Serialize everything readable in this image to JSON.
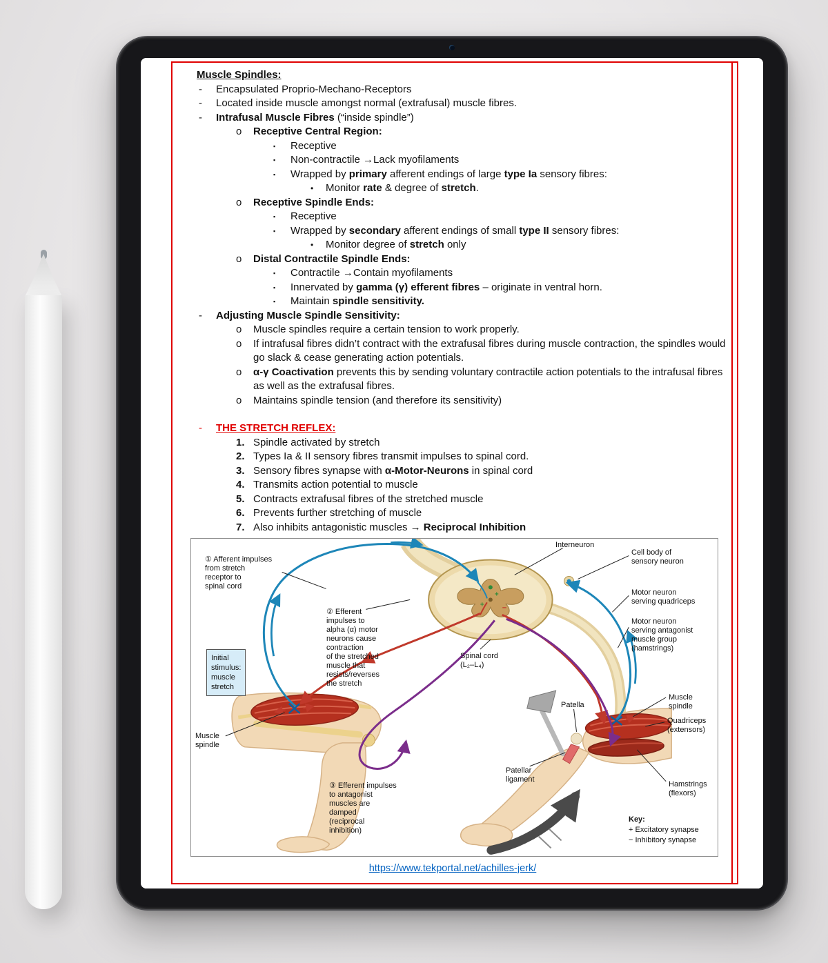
{
  "document": {
    "lines": [
      {
        "lvl": 0,
        "b": "",
        "seg": [
          {
            "t": "Muscle Spindles:",
            "bold": true,
            "u": true
          }
        ]
      },
      {
        "lvl": 1,
        "b": "-",
        "seg": [
          {
            "t": "Encapsulated Proprio-Mechano-Receptors"
          }
        ]
      },
      {
        "lvl": 1,
        "b": "-",
        "seg": [
          {
            "t": "Located inside muscle amongst normal (extrafusal) muscle fibres."
          }
        ]
      },
      {
        "lvl": 1,
        "b": "-",
        "seg": [
          {
            "t": "Intrafusal Muscle Fibres",
            "bold": true
          },
          {
            "t": " (“inside spindle”)"
          }
        ]
      },
      {
        "lvl": 2,
        "b": "o",
        "seg": [
          {
            "t": "Receptive Central Region:",
            "bold": true
          }
        ]
      },
      {
        "lvl": 3,
        "b": "▪",
        "seg": [
          {
            "t": "Receptive"
          }
        ]
      },
      {
        "lvl": 3,
        "b": "▪",
        "seg": [
          {
            "t": "Non-contractile →Lack myofilaments"
          }
        ]
      },
      {
        "lvl": 3,
        "b": "▪",
        "seg": [
          {
            "t": "Wrapped by "
          },
          {
            "t": "primary",
            "bold": true
          },
          {
            "t": " afferent endings of large "
          },
          {
            "t": "type Ia",
            "bold": true
          },
          {
            "t": " sensory fibres:"
          }
        ]
      },
      {
        "lvl": 4,
        "b": "•",
        "seg": [
          {
            "t": "Monitor "
          },
          {
            "t": "rate",
            "bold": true
          },
          {
            "t": " & degree of "
          },
          {
            "t": "stretch",
            "bold": true
          },
          {
            "t": "."
          }
        ]
      },
      {
        "lvl": 2,
        "b": "o",
        "seg": [
          {
            "t": "Receptive Spindle Ends:",
            "bold": true
          }
        ]
      },
      {
        "lvl": 3,
        "b": "▪",
        "seg": [
          {
            "t": "Receptive"
          }
        ]
      },
      {
        "lvl": 3,
        "b": "▪",
        "seg": [
          {
            "t": "Wrapped by "
          },
          {
            "t": "secondary",
            "bold": true
          },
          {
            "t": " afferent endings of small "
          },
          {
            "t": "type II",
            "bold": true
          },
          {
            "t": " sensory fibres:"
          }
        ]
      },
      {
        "lvl": 4,
        "b": "•",
        "seg": [
          {
            "t": "Monitor degree of "
          },
          {
            "t": "stretch",
            "bold": true
          },
          {
            "t": " only"
          }
        ]
      },
      {
        "lvl": 2,
        "b": "o",
        "seg": [
          {
            "t": "Distal Contractile Spindle Ends:",
            "bold": true
          }
        ]
      },
      {
        "lvl": 3,
        "b": "▪",
        "seg": [
          {
            "t": "Contractile →Contain myofilaments"
          }
        ]
      },
      {
        "lvl": 3,
        "b": "▪",
        "seg": [
          {
            "t": "Innervated by "
          },
          {
            "t": "gamma (γ) efferent fibres",
            "bold": true
          },
          {
            "t": " – originate in ventral horn."
          }
        ]
      },
      {
        "lvl": 3,
        "b": "▪",
        "seg": [
          {
            "t": "Maintain "
          },
          {
            "t": "spindle sensitivity.",
            "bold": true
          }
        ]
      },
      {
        "lvl": 1,
        "b": "-",
        "seg": [
          {
            "t": "Adjusting Muscle Spindle Sensitivity:",
            "bold": true
          }
        ]
      },
      {
        "lvl": 2,
        "b": "o",
        "seg": [
          {
            "t": "Muscle spindles require a certain tension to work properly."
          }
        ]
      },
      {
        "lvl": 2,
        "b": "o",
        "seg": [
          {
            "t": "If intrafusal fibres didn’t contract with the extrafusal fibres during muscle contraction, the spindles would go slack & cease generating action potentials."
          }
        ]
      },
      {
        "lvl": 2,
        "b": "o",
        "seg": [
          {
            "t": "α-γ Coactivation",
            "bold": true
          },
          {
            "t": " prevents this by sending voluntary contractile action potentials to the intrafusal fibres as well as the extrafusal fibres."
          }
        ]
      },
      {
        "lvl": 2,
        "b": "o",
        "seg": [
          {
            "t": "Maintains spindle tension (and therefore its sensitivity)"
          }
        ]
      },
      {
        "lvl": 1,
        "b": "-",
        "br": true,
        "gap": true,
        "seg": [
          {
            "t": "THE STRETCH REFLEX:",
            "bold": true,
            "u": true,
            "red": true
          }
        ]
      },
      {
        "lvl": 2,
        "b": "1.",
        "bb": true,
        "seg": [
          {
            "t": "Spindle activated by stretch"
          }
        ]
      },
      {
        "lvl": 2,
        "b": "2.",
        "bb": true,
        "seg": [
          {
            "t": "Types Ia & II sensory fibres transmit impulses to spinal cord."
          }
        ]
      },
      {
        "lvl": 2,
        "b": "3.",
        "bb": true,
        "seg": [
          {
            "t": "Sensory fibres synapse with "
          },
          {
            "t": "α-Motor-Neurons",
            "bold": true
          },
          {
            "t": " in spinal cord"
          }
        ]
      },
      {
        "lvl": 2,
        "b": "4.",
        "bb": true,
        "seg": [
          {
            "t": "Transmits action potential to muscle"
          }
        ]
      },
      {
        "lvl": 2,
        "b": "5.",
        "bb": true,
        "seg": [
          {
            "t": "Contracts extrafusal fibres of the stretched muscle"
          }
        ]
      },
      {
        "lvl": 2,
        "b": "6.",
        "bb": true,
        "seg": [
          {
            "t": "Prevents further stretching of muscle"
          }
        ]
      },
      {
        "lvl": 2,
        "b": "7.",
        "bb": true,
        "seg": [
          {
            "t": "Also inhibits antagonistic muscles → "
          },
          {
            "t": "Reciprocal Inhibition",
            "bold": true
          }
        ]
      }
    ],
    "link": "https://www.tekportal.net/achilles-jerk/"
  },
  "diagram": {
    "labels": [
      {
        "name": "label-afferent-impulses",
        "text": "① Afferent impulses\nfrom stretch\nreceptor to\nspinal cord"
      },
      {
        "name": "label-interneuron",
        "text": "Interneuron"
      },
      {
        "name": "label-cell-body",
        "text": "Cell body of\nsensory neuron"
      },
      {
        "name": "label-motor-neuron-quadriceps",
        "text": "Motor neuron\nserving quadriceps"
      },
      {
        "name": "label-motor-neuron-antagonist",
        "text": "Motor neuron\nserving antagonist\nmuscle group\n(hamstrings)"
      },
      {
        "name": "label-efferent-impulses",
        "text": "② Efferent\nimpulses to\nalpha (α) motor\nneurons cause\ncontraction\nof the stretched\nmuscle that\nresists/reverses\nthe stretch"
      },
      {
        "name": "label-spinal-cord",
        "text": "Spinal cord\n(L₂–L₄)"
      },
      {
        "name": "label-initial-stimulus",
        "text": "Initial\nstimulus:\nmuscle\nstretch"
      },
      {
        "name": "label-muscle-spindle-left",
        "text": "Muscle\nspindle"
      },
      {
        "name": "label-patella",
        "text": "Patella"
      },
      {
        "name": "label-muscle-spindle-right",
        "text": "Muscle\nspindle"
      },
      {
        "name": "label-quadriceps",
        "text": "Quadriceps\n(extensors)"
      },
      {
        "name": "label-patellar-ligament",
        "text": "Patellar\nligament"
      },
      {
        "name": "label-hamstrings",
        "text": "Hamstrings\n(flexors)"
      },
      {
        "name": "label-efferent-antagonist",
        "text": "③ Efferent impulses\nto antagonist\nmuscles are\ndamped\n(reciprocal\ninhibition)"
      }
    ],
    "key": {
      "title": "Key:",
      "excitatory": "+  Excitatory synapse",
      "inhibitory": "−  Inhibitory synapse"
    }
  },
  "colors": {
    "accent_red": "#e00000",
    "link_blue": "#0563C1"
  }
}
